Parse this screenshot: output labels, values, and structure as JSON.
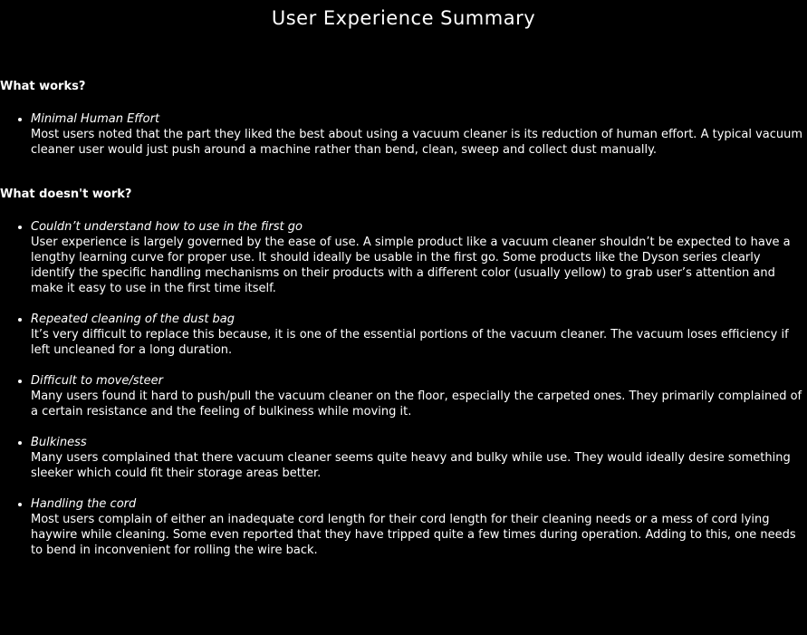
{
  "page": {
    "title": "User Experience Summary",
    "background_color": "#000000",
    "text_color": "#ffffff"
  },
  "sections": [
    {
      "heading": "What works?",
      "items": [
        {
          "title": "Minimal Human Effort",
          "body": "Most users noted that the part they liked the best about using a vacuum cleaner is its reduction of human effort. A typical vacuum cleaner user would just push around a machine rather than bend, clean, sweep and collect dust manually."
        }
      ]
    },
    {
      "heading": "What doesn't work?",
      "items": [
        {
          "title": "Couldn’t understand how to use in the first go",
          "body": "User experience is largely governed by the ease of use. A simple product like a vacuum cleaner shouldn’t be expected to have a lengthy learning curve for proper use. It should ideally be usable in the first go. Some products like the Dyson series clearly identify the specific handling mechanisms on their products with a different color (usually yellow) to grab user’s attention and make it easy to use in the first time itself."
        },
        {
          "title": "Repeated cleaning of the dust bag",
          "body": "It’s very difficult to replace this because, it is one of the essential portions of the vacuum cleaner. The vacuum loses efficiency if left uncleaned for a long duration."
        },
        {
          "title": "Difficult to move/steer",
          "body": "Many users found it hard to push/pull the vacuum cleaner on the floor, especially the carpeted ones. They primarily complained of a certain resistance and the feeling of bulkiness while moving it."
        },
        {
          "title": "Bulkiness",
          "body": "Many users complained that there vacuum cleaner seems quite heavy and bulky while use. They would ideally desire something sleeker which could fit their storage areas better."
        },
        {
          "title": "Handling the cord",
          "body": "Most users complain of either an inadequate cord length for their cord length for their cleaning needs or a mess of cord lying haywire while cleaning. Some even reported that they have tripped quite a few times during operation. Adding to this, one needs to bend in inconvenient for rolling the wire back."
        }
      ]
    }
  ]
}
